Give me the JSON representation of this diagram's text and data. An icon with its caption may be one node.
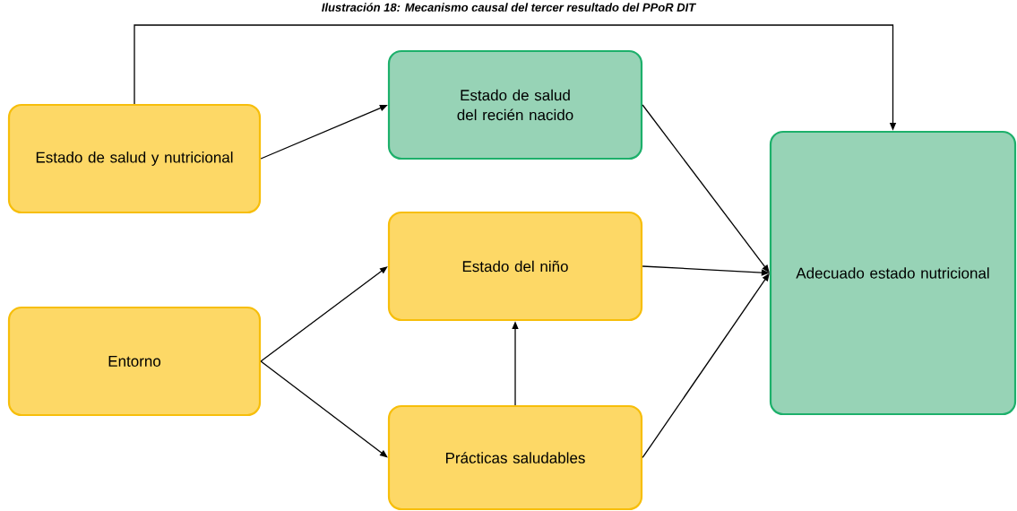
{
  "diagram": {
    "title": "Ilustración 18: Mecanismo causal del tercer resultado del PPoR DIT",
    "nodes": [
      {
        "text": [
          "Estado de salud y nutricional"
        ]
      },
      {
        "text": [
          "Estado de salud del recién nacido"
        ]
      },
      {
        "text": [
          "Adecuado estado nutricional"
        ]
      },
      {
        "text": [
          "Estado del niño"
        ]
      },
      {
        "text": [
          "Entorno"
        ]
      },
      {
        "text": [
          "Prácticas saludables"
        ]
      }
    ],
    "edges": [
      {
        "from": 0,
        "to": 1,
        "arrow": "to"
      },
      {
        "from": 0,
        "to": 2,
        "arrow": "to"
      },
      {
        "from": 1,
        "to": 2,
        "arrow": "to"
      },
      {
        "from": 3,
        "to": 2,
        "arrow": "to"
      },
      {
        "from": 5,
        "to": 2,
        "arrow": "to"
      },
      {
        "from": 4,
        "to": 3,
        "arrow": "to"
      },
      {
        "from": 4,
        "to": 5,
        "arrow": "to"
      },
      {
        "from": 5,
        "to": 3,
        "arrow": "to"
      }
    ]
  }
}
